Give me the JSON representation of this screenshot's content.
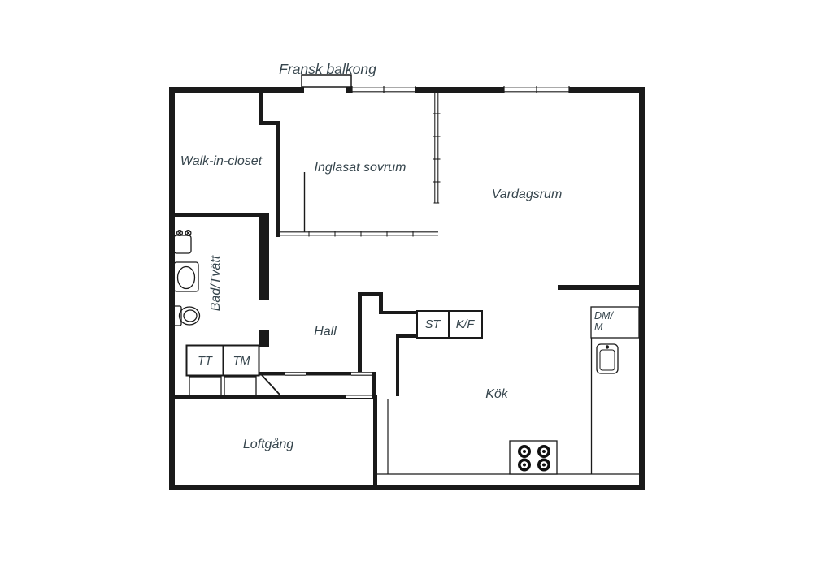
{
  "floorplan": {
    "title": "Fransk balkong",
    "rooms": {
      "walk_in_closet": "Walk-in-closet",
      "inglasat_sovrum": "Inglasat sovrum",
      "vardagsrum": "Vardagsrum",
      "bad_tvatt": "Bad/Tvätt",
      "hall": "Hall",
      "kok": "Kök",
      "loftgang": "Loftgång"
    },
    "appliances": {
      "tt": "TT",
      "tm": "TM",
      "st": "ST",
      "kf": "K/F",
      "dm_line1": "DM/",
      "dm_line2": "M"
    },
    "colors": {
      "wall": "#1a1a1a",
      "text": "#36454d",
      "background": "#ffffff"
    }
  }
}
